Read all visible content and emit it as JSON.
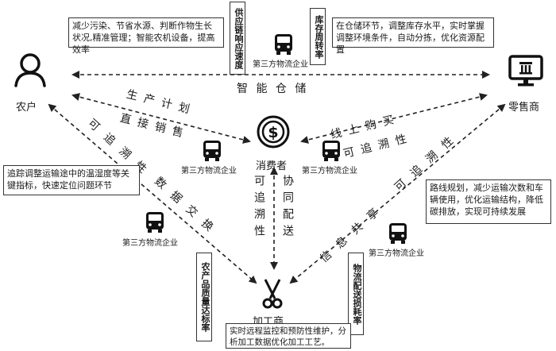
{
  "nodes": {
    "farmer": "农户",
    "retailer": "零售商",
    "consumer": "消费者",
    "processor": "加工商"
  },
  "edges": {
    "top": "智 能 仓 储",
    "farmer_consumer_1": "生 产 计 划",
    "farmer_consumer_2": "直 接 销 售",
    "retailer_consumer_1": "线 上 购 买",
    "retailer_consumer_2": "可 追 溯 性",
    "left_1": "可 追 溯 性",
    "left_2": "数 据 交 换",
    "right_1": "信 息 共 享",
    "right_2": "可 追 溯 性",
    "center_1": "可追溯性",
    "center_2": "协同配送"
  },
  "logistics": {
    "top": "第三方物流企业",
    "left_upper": "第三方物流企业",
    "left_lower": "第三方物流企业",
    "center": "第三方物流企业",
    "right": "第三方物流企业"
  },
  "vertical_boxes": {
    "supply_chain_speed": "供应链响应速度",
    "inventory_turnover": "库存周转率",
    "product_quality": "农产品质量达标率",
    "logistics_loss": "物流配送损耗率"
  },
  "text_boxes": {
    "farmer_info": "减少污染、节省水源、判断作物生长状况,精准管理；智能农机设备，提高效率",
    "warehouse_info": "在仓储环节，调整库存水平，实时掌握调整环境条件，自动分拣，优化资源配置",
    "tracking_info": "追踪调整运输途中的温湿度等关键指标，快速定位问题环节",
    "route_info": "路线规划，减少运输次数和车辆使用，优化运输结构，降低碳排放，实现可持续发展",
    "processing_info": "实时远程监控和预防性维护，分析加工数据优化加工工艺。"
  },
  "icons": [
    "person-icon",
    "monitor-icon",
    "dollar-coin-icon",
    "scissors-icon",
    "bus-icon"
  ],
  "colors": {
    "ink": "#1a1a1a",
    "line": "#333333"
  }
}
